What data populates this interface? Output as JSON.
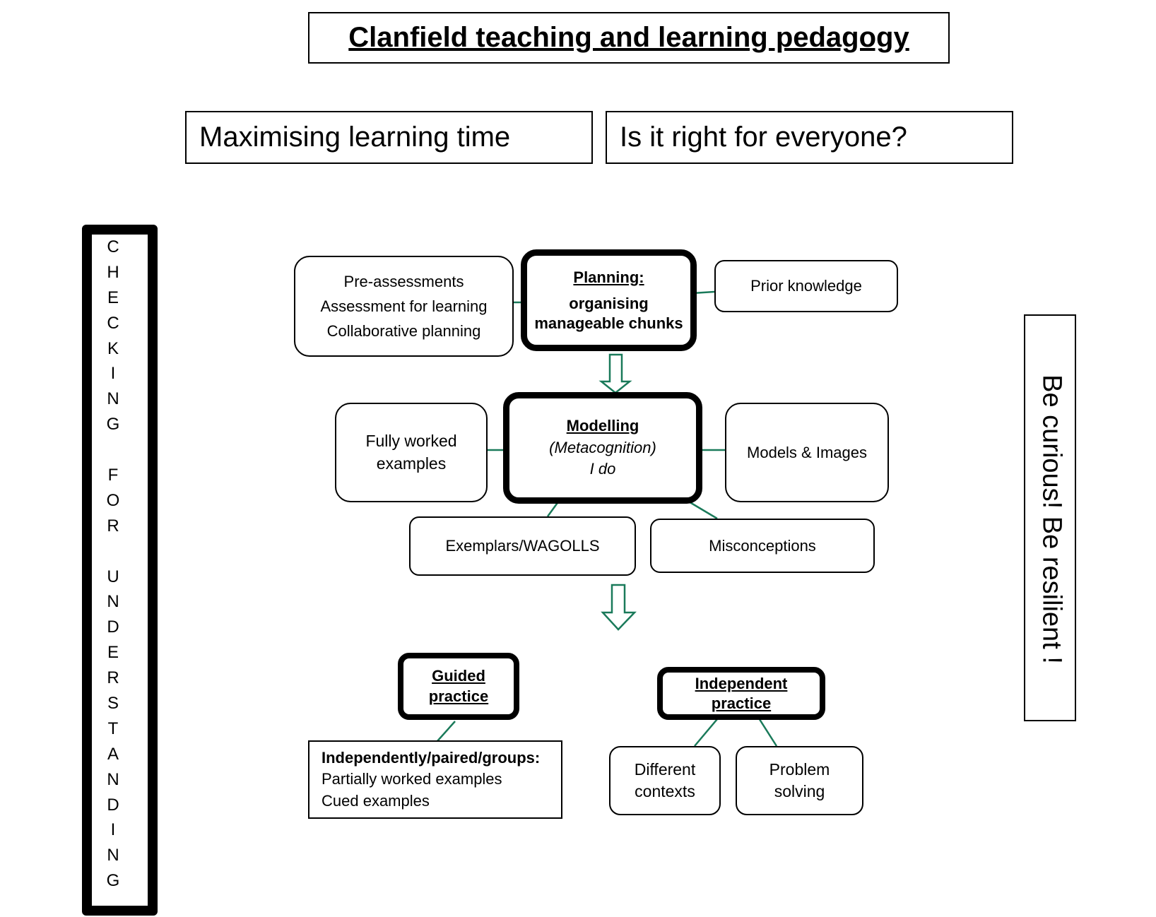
{
  "title": "Clanfield teaching and learning pedagogy",
  "headers": {
    "left": "Maximising learning time",
    "right": "Is it right for everyone?"
  },
  "side_left": {
    "letters": [
      "C",
      "H",
      "E",
      "C",
      "K",
      "I",
      "N",
      "G",
      "",
      "F",
      "O",
      "R",
      "",
      "U",
      "N",
      "D",
      "E",
      "R",
      "S",
      "T",
      "A",
      "N",
      "D",
      "I",
      "N",
      "G"
    ]
  },
  "side_right": {
    "text": "Be curious! Be resilient !"
  },
  "planning": {
    "title": "Planning:",
    "line1": "organising",
    "line2": "manageable chunks",
    "left_items": [
      "Pre-assessments",
      "Assessment for learning",
      "Collaborative planning"
    ],
    "right_item": "Prior knowledge"
  },
  "modelling": {
    "title": "Modelling",
    "subtitle": "(Metacognition)",
    "caption": "I do",
    "left_item": [
      "Fully worked",
      "examples"
    ],
    "right_item": "Models & Images",
    "below_left": "Exemplars/WAGOLLS",
    "below_right": "Misconceptions"
  },
  "guided": {
    "title_line1": "Guided",
    "title_line2": "practice",
    "detail_heading": "Independently/paired/groups:",
    "detail_items": [
      "Partially worked examples",
      "Cued examples"
    ]
  },
  "independent": {
    "title_line1": "Independent",
    "title_line2": "practice",
    "left_item": [
      "Different",
      "contexts"
    ],
    "right_item": [
      "Problem",
      "solving"
    ]
  },
  "colors": {
    "connector": "#1a7a5a",
    "border": "#000000"
  }
}
